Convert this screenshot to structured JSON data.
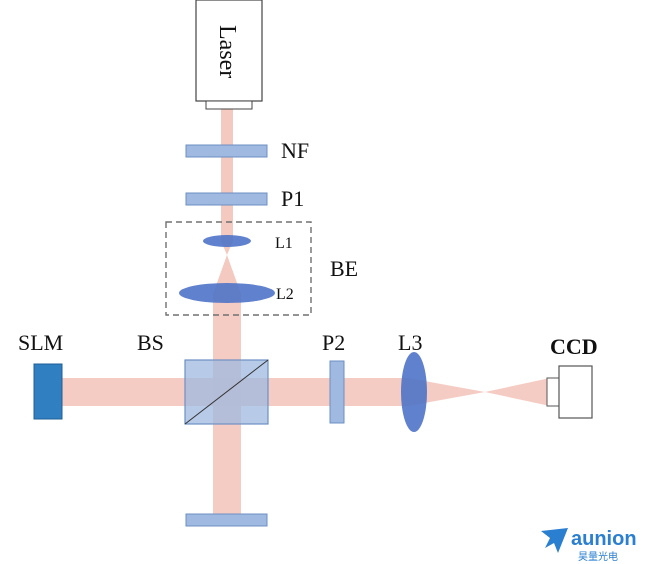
{
  "diagram": {
    "labels": {
      "laser": "Laser",
      "nf": "NF",
      "p1": "P1",
      "l1": "L1",
      "l2": "L2",
      "be": "BE",
      "slm": "SLM",
      "bs": "BS",
      "p2": "P2",
      "l3": "L3",
      "ccd": "CCD"
    },
    "watermark": {
      "brand": "aunion",
      "sub": "昊量光电"
    }
  },
  "colors": {
    "beam": "#f3c3b8",
    "optic_fill": "#9fb9e0",
    "optic_stroke": "#6d8fc4",
    "lens_fill": "#4f73c8",
    "slm_fill": "#2f7fc1",
    "dashed_box": "#707070",
    "brand": "#2a7fd0"
  }
}
